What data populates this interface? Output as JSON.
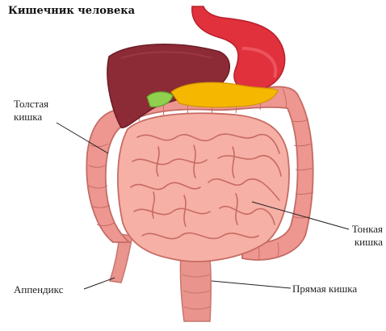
{
  "title": "Кишечник человека",
  "labels": {
    "colon_line1": "Толстая",
    "colon_line2": "кишка",
    "small_line1": "Тонкая",
    "small_line2": "кишка",
    "appendix": "Аппендикс",
    "rectum": "Прямая кишка"
  },
  "colors": {
    "stomach": "#e0313c",
    "liver": "#8c2a35",
    "pancreas": "#f6b700",
    "gallbladder": "#8fd14f",
    "intestine": "#f2a39a",
    "intestine_dark": "#c76b63",
    "colon": "#ea8d86"
  }
}
